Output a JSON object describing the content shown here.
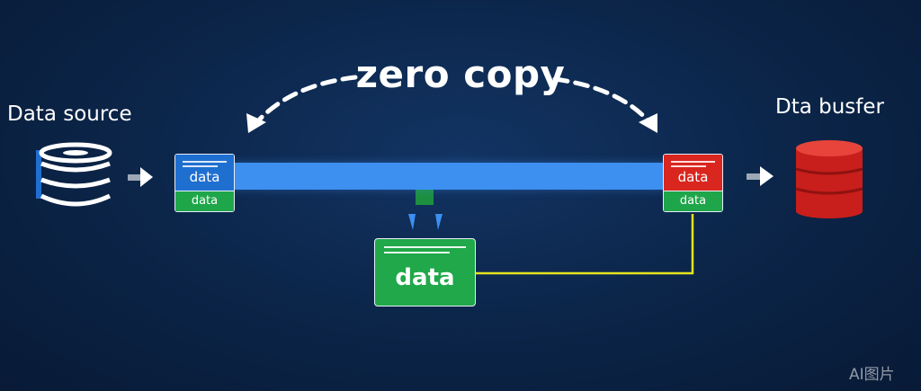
{
  "title": "zero copy",
  "source": {
    "label": "Data source"
  },
  "destination": {
    "label": "Dta busfer"
  },
  "left_block": {
    "top_label": "data",
    "bottom_label": "data"
  },
  "right_block": {
    "top_label": "data",
    "bottom_label": "data"
  },
  "center_block": {
    "label": "data"
  },
  "watermark": "AI图片",
  "colors": {
    "background": "#0b2447",
    "pipe": "#3d8ff0",
    "blue_block": "#1f6fd1",
    "red_block": "#d9261f",
    "green_block": "#20a84a",
    "connector": "#e5e51f",
    "destination_db": "#d42a25"
  }
}
